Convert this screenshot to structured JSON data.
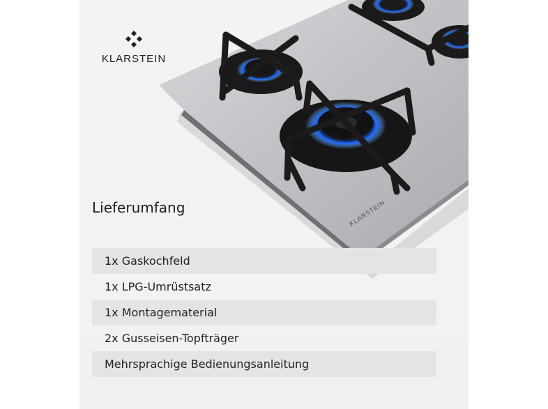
{
  "brand": {
    "name": "KLARSTEIN",
    "icon": "klarstein-logo-icon",
    "plate_label": "KLARSTEIN"
  },
  "section": {
    "heading": "Lieferumfang",
    "items": [
      "1x Gaskochfeld",
      "1x LPG-Umrüstsatz",
      "1x Montagematerial",
      "2x Gusseisen-Topfträger",
      "Mehrsprachige Bedienungsanleitung"
    ]
  },
  "colors": {
    "panel_background": "#f2f2f2",
    "row_shading": "#e4e4e4",
    "flame_blue": "#1f6bff",
    "text": "#222222"
  }
}
